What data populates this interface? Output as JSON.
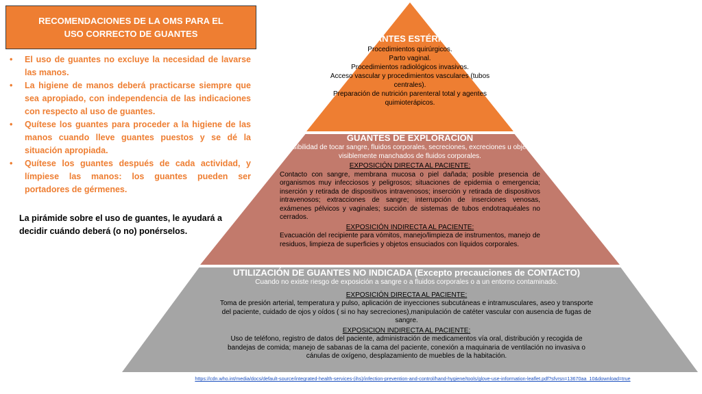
{
  "title": "RECOMENDACIONES DE LA OMS PARA EL USO CORRECTO DE GUANTES",
  "bullets": [
    "El uso de guantes no excluye la necesidad de lavarse las manos.",
    "La higiene de manos deberá practicarse siempre que sea apropiado, con independencia de las indicaciones con respecto al uso de guantes.",
    "Quítese los guantes para proceder a la higiene de las manos cuando lleve guantes puestos y se dé la situación apropiada.",
    "Quítese los guantes después de cada actividad, y límpiese las manos: los guantes pueden ser portadores de gérmenes."
  ],
  "bullet_symbol": "•",
  "note": "La pirámide sobre el uso de guantes, le ayudará a decidir cuándo deberá (o no) ponérselos.",
  "pyramid": {
    "top": {
      "title": "GUANTES ESTÉRILES",
      "lines": [
        "Procedimientos quirúrgicos.",
        "Parto vaginal.",
        "Procedimientos radiológicos invasivos.",
        "Acceso vascular y procedimientos vasculares (tubos centrales).",
        "Preparación de nutrición parenteral total y agentes quimioterápicos."
      ]
    },
    "middle": {
      "title": "GUANTES DE EXPLORACIÓN",
      "subtitle": "Posibilidad de tocar sangre, fluidos corporales, secreciones, excreciones u objetos visiblemente manchados de fluidos corporales.",
      "direct_heading": "EXPOSICIÓN DIRECTA AL PACIENTE:",
      "direct_text": "Contacto con sangre, membrana mucosa o piel dañada; posible presencia de organismos muy infecciosos y peligrosos; situaciones de epidemia o emergencia; inserción y retirada de dispositivos intravenosos; inserción y retirada de dispositivos intravenosos; extracciones de sangre; interrupción de inserciones venosas, exámenes pélvicos y vaginales; succión de sistemas de tubos endotraquéales no cerrados.",
      "indirect_heading": "EXPOSICIÓN INDIRECTA AL PACIENTE:",
      "indirect_text": "Evacuación del recipiente para vómitos, manejo/limpieza de instrumentos, manejo de residuos, limpieza de superficies y objetos ensuciados con líquidos corporales."
    },
    "bottom": {
      "title": "UTILIZACIÓN DE GUANTES NO INDICADA (Excepto precauciones de CONTACTO)",
      "subtitle": "Cuando no existe riesgo de exposición a sangre o a fluidos corporales o a un entorno contaminado.",
      "direct_heading": "EXPOSICIÓN DIRECTA AL PACIENTE:",
      "direct_text": "Toma de presión arterial, temperatura y pulso, aplicación de inyecciones subcutáneas e intramusculares, aseo y transporte del paciente, cuidado de ojos y oídos ( si no hay secreciones),manipulación de catéter vascular con ausencia de fugas de sangre.",
      "indirect_heading": "EXPOSICION INDIRECTA AL PACIENTE:",
      "indirect_text": "Uso de teléfono, registro de datos del paciente, administración de medicamentos vía oral, distribución y recogida de bandejas de comida; manejo de sabanas de la cama del paciente, conexión a maquinaria de ventilación no invasiva o cánulas de oxígeno, desplazamiento de muebles de la habitación."
    }
  },
  "source_link": "https://cdn.who.int/media/docs/default-source/integrated-health-services-(ihs)/infection-prevention-and-control/hand-hygiene/tools/glove-use-information-leaflet.pdf?sfvrsn=13670aa_10&download=true",
  "colors": {
    "orange": "#ee7e32",
    "salmon": "#c27a6c",
    "gray": "#a5a5a5"
  }
}
